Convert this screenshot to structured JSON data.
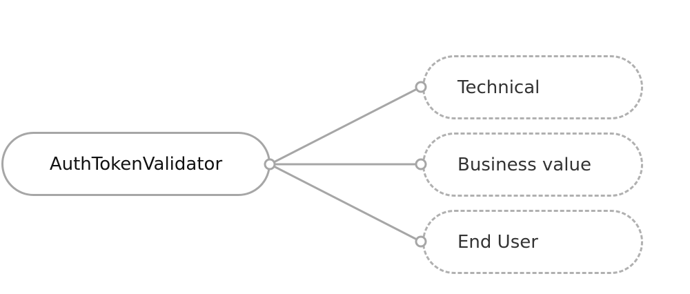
{
  "root": {
    "label": "AuthTokenValidator"
  },
  "children": [
    {
      "label": "Technical"
    },
    {
      "label": "Business value"
    },
    {
      "label": "End User"
    }
  ],
  "colors": {
    "edge": "#a6a6a6",
    "text": "#333333"
  }
}
